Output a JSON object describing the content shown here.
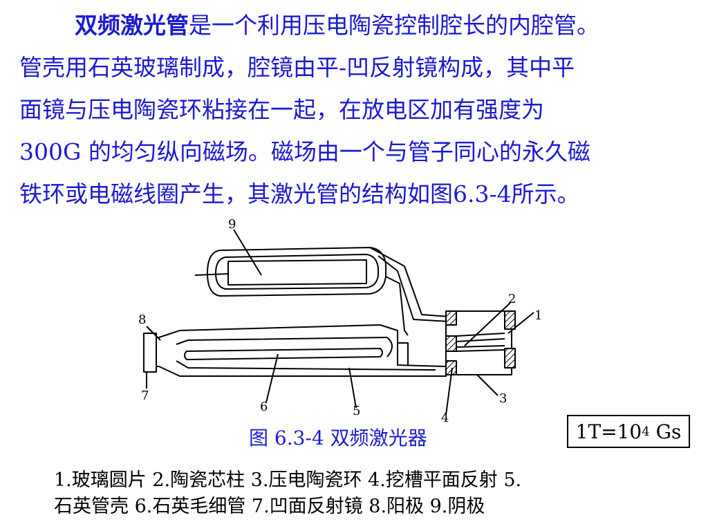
{
  "paragraph": {
    "highlight": "双频激光管",
    "line1_rest": "是一个利用压电陶瓷控制腔长的内腔管。",
    "line2": "管壳用石英玻璃制成，腔镜由平-凹反射镜构成，其中平",
    "line3": "面镜与压电陶瓷环粘接在一起，在放电区加有强度为",
    "line4": "300G 的均匀纵向磁场。磁场由一个与管子同心的永久磁",
    "line5": "铁环或电磁线圈产生，其激光管的结构如图6.3-4所示。"
  },
  "diagram": {
    "labels": [
      "1",
      "2",
      "3",
      "4",
      "5",
      "6",
      "7",
      "8",
      "9"
    ]
  },
  "caption": "图   6.3-4   双频激光器",
  "unit": {
    "base": "1T=10",
    "exp": "4",
    "rest": " Gs"
  },
  "legend": {
    "line1": "1.玻璃圆片   2.陶瓷芯柱   3.压电陶瓷环   4.挖槽平面反射   5.",
    "line2": "石英管壳  6.石英毛细管  7.凹面反射镜  8.阳极  9.阴极"
  }
}
